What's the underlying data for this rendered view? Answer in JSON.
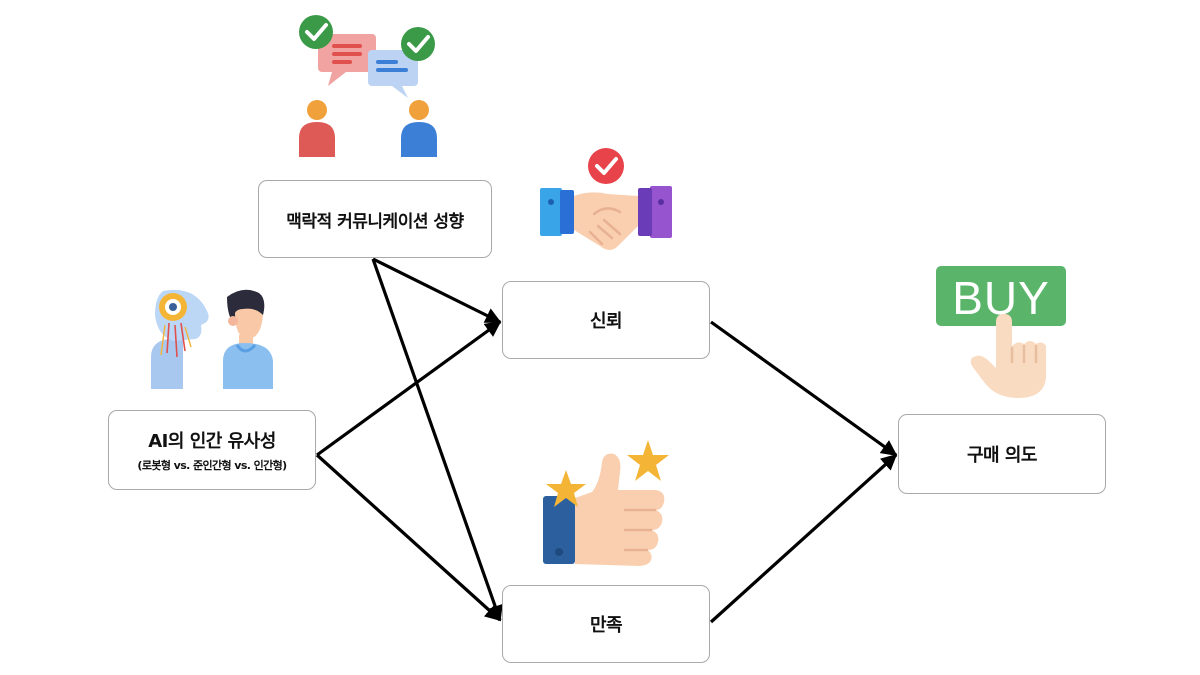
{
  "nodes": {
    "context_communication": {
      "label": "맥락적 커뮤니케이션 성향"
    },
    "ai_similarity": {
      "label": "AI의 인간 유사성",
      "sublabel": "(로봇형 vs. 준인간형 vs. 인간형)"
    },
    "trust": {
      "label": "신뢰"
    },
    "satisfaction": {
      "label": "만족"
    },
    "purchase_intention": {
      "label": "구매 의도"
    }
  },
  "edges": [
    {
      "from": "context_communication",
      "to": "trust"
    },
    {
      "from": "context_communication",
      "to": "satisfaction"
    },
    {
      "from": "ai_similarity",
      "to": "trust"
    },
    {
      "from": "ai_similarity",
      "to": "satisfaction"
    },
    {
      "from": "trust",
      "to": "purchase_intention"
    },
    {
      "from": "satisfaction",
      "to": "purchase_intention"
    }
  ],
  "icons": {
    "communication": "people-chat-icon",
    "ai": "robot-human-icon",
    "trust": "handshake-icon",
    "satisfaction": "thumbs-up-stars-icon",
    "buy": "buy-sign-icon"
  },
  "buy_sign_text": "BUY",
  "colors": {
    "arrow": "#000000",
    "box_border": "#a9a9a9",
    "check_green": "#3a9a48",
    "check_red": "#e8434b",
    "buy_green": "#5ab56b",
    "person_red": "#de5a57",
    "person_blue": "#3c7fd6",
    "star": "#f4b536",
    "skin": "#f9cfb0"
  }
}
